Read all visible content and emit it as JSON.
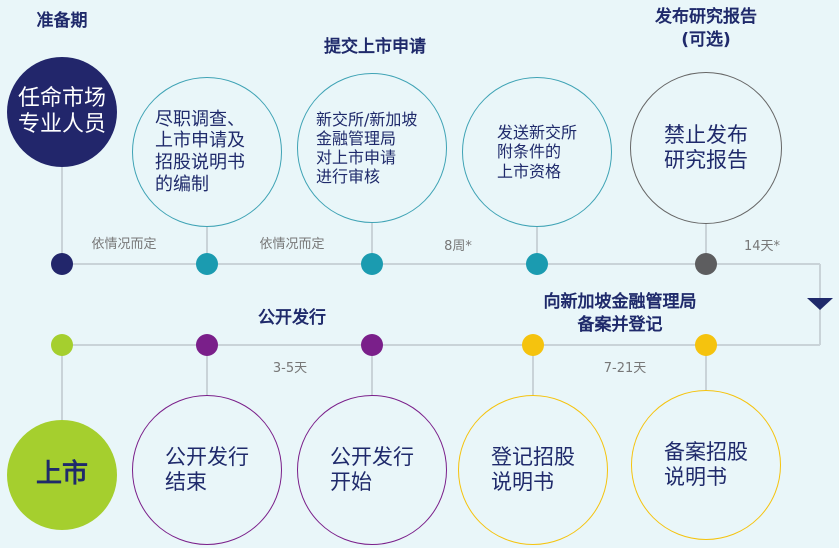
{
  "headings": {
    "prep": "准备期",
    "submit": "提交上市申请",
    "research": "发布研究报告\n(可选)",
    "offering": "公开发行",
    "register": "向新加坡金融管理局\n备案并登记"
  },
  "top_steps": [
    {
      "text": "任命市场\n专业人员",
      "color": "#22266b"
    },
    {
      "text": "尽职调查、\n上市申请及\n招股说明书\n的编制",
      "color": "#1b9bb0"
    },
    {
      "text": "新交所/新加坡\n金融管理局\n对上市申请\n进行审核",
      "color": "#1b9bb0"
    },
    {
      "text": "发送新交所\n附条件的\n上市资格",
      "color": "#1b9bb0"
    },
    {
      "text": "禁止发布\n研究报告",
      "color": "#5d5d5f"
    }
  ],
  "bottom_steps": [
    {
      "text": "上市",
      "color": "#a5cf2e"
    },
    {
      "text": "公开发行\n结束",
      "color": "#7a1f8a"
    },
    {
      "text": "公开发行\n开始",
      "color": "#7a1f8a"
    },
    {
      "text": "登记招股\n说明书",
      "color": "#f5c30e"
    },
    {
      "text": "备案招股\n说明书",
      "color": "#f5c30e"
    }
  ],
  "durations": {
    "d1": "依情况而定",
    "d2": "依情况而定",
    "d3": "8周*",
    "d4": "14天*",
    "d5": "3-5天",
    "d6": "7-21天"
  }
}
